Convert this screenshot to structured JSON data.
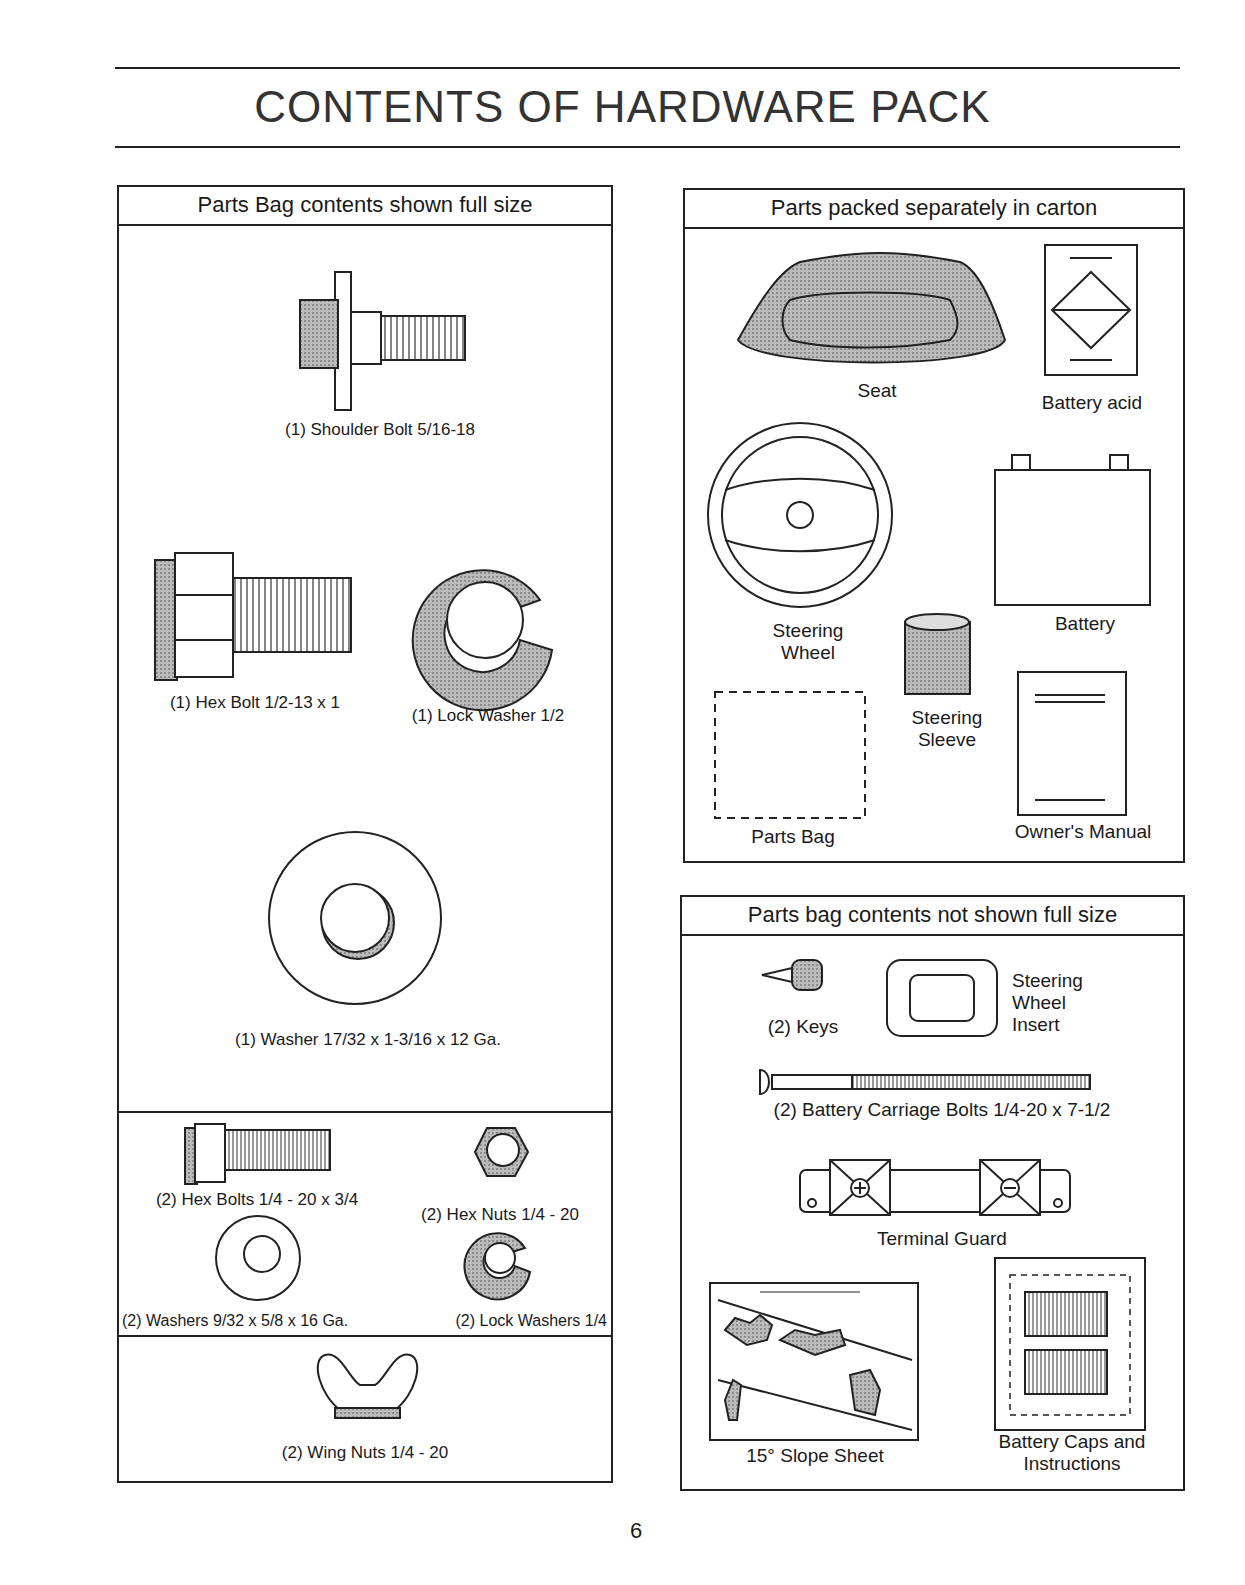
{
  "diagram": {
    "title": "CONTENTS OF HARDWARE PACK",
    "nodes": [
      {
        "text": [
          "Parts Bag contents shown full size"
        ]
      },
      {
        "text": [
          "Parts packed separately in carton"
        ]
      },
      {
        "text": [
          "Parts bag contents not shown full size"
        ]
      }
    ],
    "labels": [
      "(1) Shoulder Bolt 5/16-18",
      "(1) Hex Bolt 1/2-13 x 1",
      "(1) Lock Washer 1/2",
      "(1) Washer 17/32 x 1-3/16 x 12 Ga.",
      "(2) Hex Bolts 1/4 - 20 x 3/4",
      "(2) Hex Nuts 1/4 - 20",
      "(2) Washers 9/32 x 5/8 x 16 Ga.",
      "(2) Lock Washers 1/4",
      "(2) Wing Nuts 1/4 - 20",
      "Seat",
      "Battery acid",
      "Steering Wheel",
      "Battery",
      "Steering Sleeve",
      "Parts Bag",
      "Owner's Manual",
      "(2) Keys",
      "Steering Wheel Insert",
      "(2) Battery Carriage Bolts 1/4-20 x 7-1/2",
      "Terminal Guard",
      "15° Slope Sheet",
      "Battery Caps and Instructions",
      "6"
    ]
  }
}
